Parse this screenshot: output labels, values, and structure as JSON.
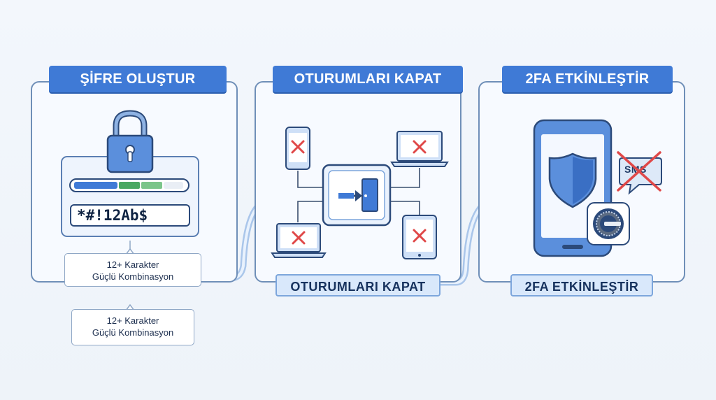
{
  "steps": [
    {
      "title": "ŞİFRE OLUŞTUR",
      "password_sample": "*#!12Ab$",
      "note_line1": "12+ Karakter",
      "note_line2": "Güçlü Kombinasyon"
    },
    {
      "title": "OTURUMLARI KAPAT",
      "label": "OTURUMLARI KAPAT"
    },
    {
      "title": "2FA ETKİNLEŞTİR",
      "label": "2FA ETKİNLEŞTİR",
      "sms_text": "SMS"
    }
  ],
  "extra_note": {
    "line1": "12+ Karakter",
    "line2": "Güçlü Kombinasyon"
  },
  "colors": {
    "primary": "#3f7ad6",
    "border": "#6f8fb8",
    "danger": "#e04848",
    "success": "#2fb35a"
  }
}
